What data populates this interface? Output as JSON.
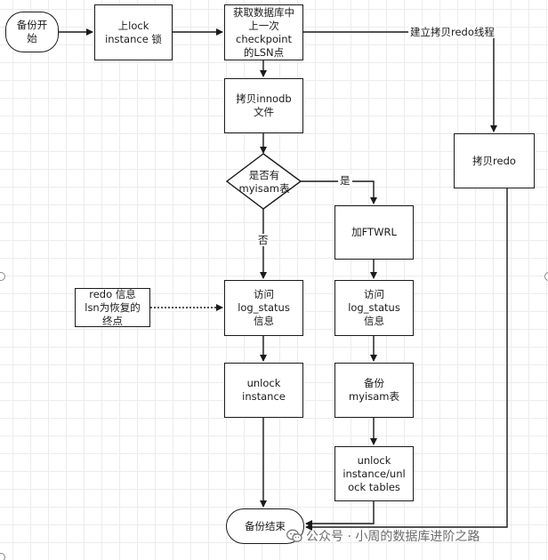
{
  "nodes": {
    "start": "备份开\n始",
    "lock": "上lock\ninstance 锁",
    "get_lsn": "获取数据库中\n上一次\ncheckpoint\n的LSN点",
    "copy_innodb": "拷贝innodb\n文件",
    "decision": "是否有\nmyisam表",
    "copy_redo": "拷贝redo",
    "ftwrl": "加FTWRL",
    "log_status_right": "访问\nlog_status\n信息",
    "log_status_left": "访问\nlog_status\n信息",
    "redo_info": "redo 信息\nlsn为恢复的\n终点",
    "backup_myisam": "备份\nmyisam表",
    "unlock_left": "unlock\ninstance",
    "unlock_right": "unlock\ninstance/unl\nock tables",
    "end": "备份结束"
  },
  "edge_labels": {
    "redo_thread": "建立拷贝redo线程",
    "yes": "是",
    "no": "否"
  },
  "watermark": {
    "text": "公众号 · 小周的数据库进阶之路",
    "icon": "wechat-icon"
  },
  "colors": {
    "stroke": "#1a1a1a",
    "grid": "#ececec",
    "watermark": "#6b6b6b"
  }
}
